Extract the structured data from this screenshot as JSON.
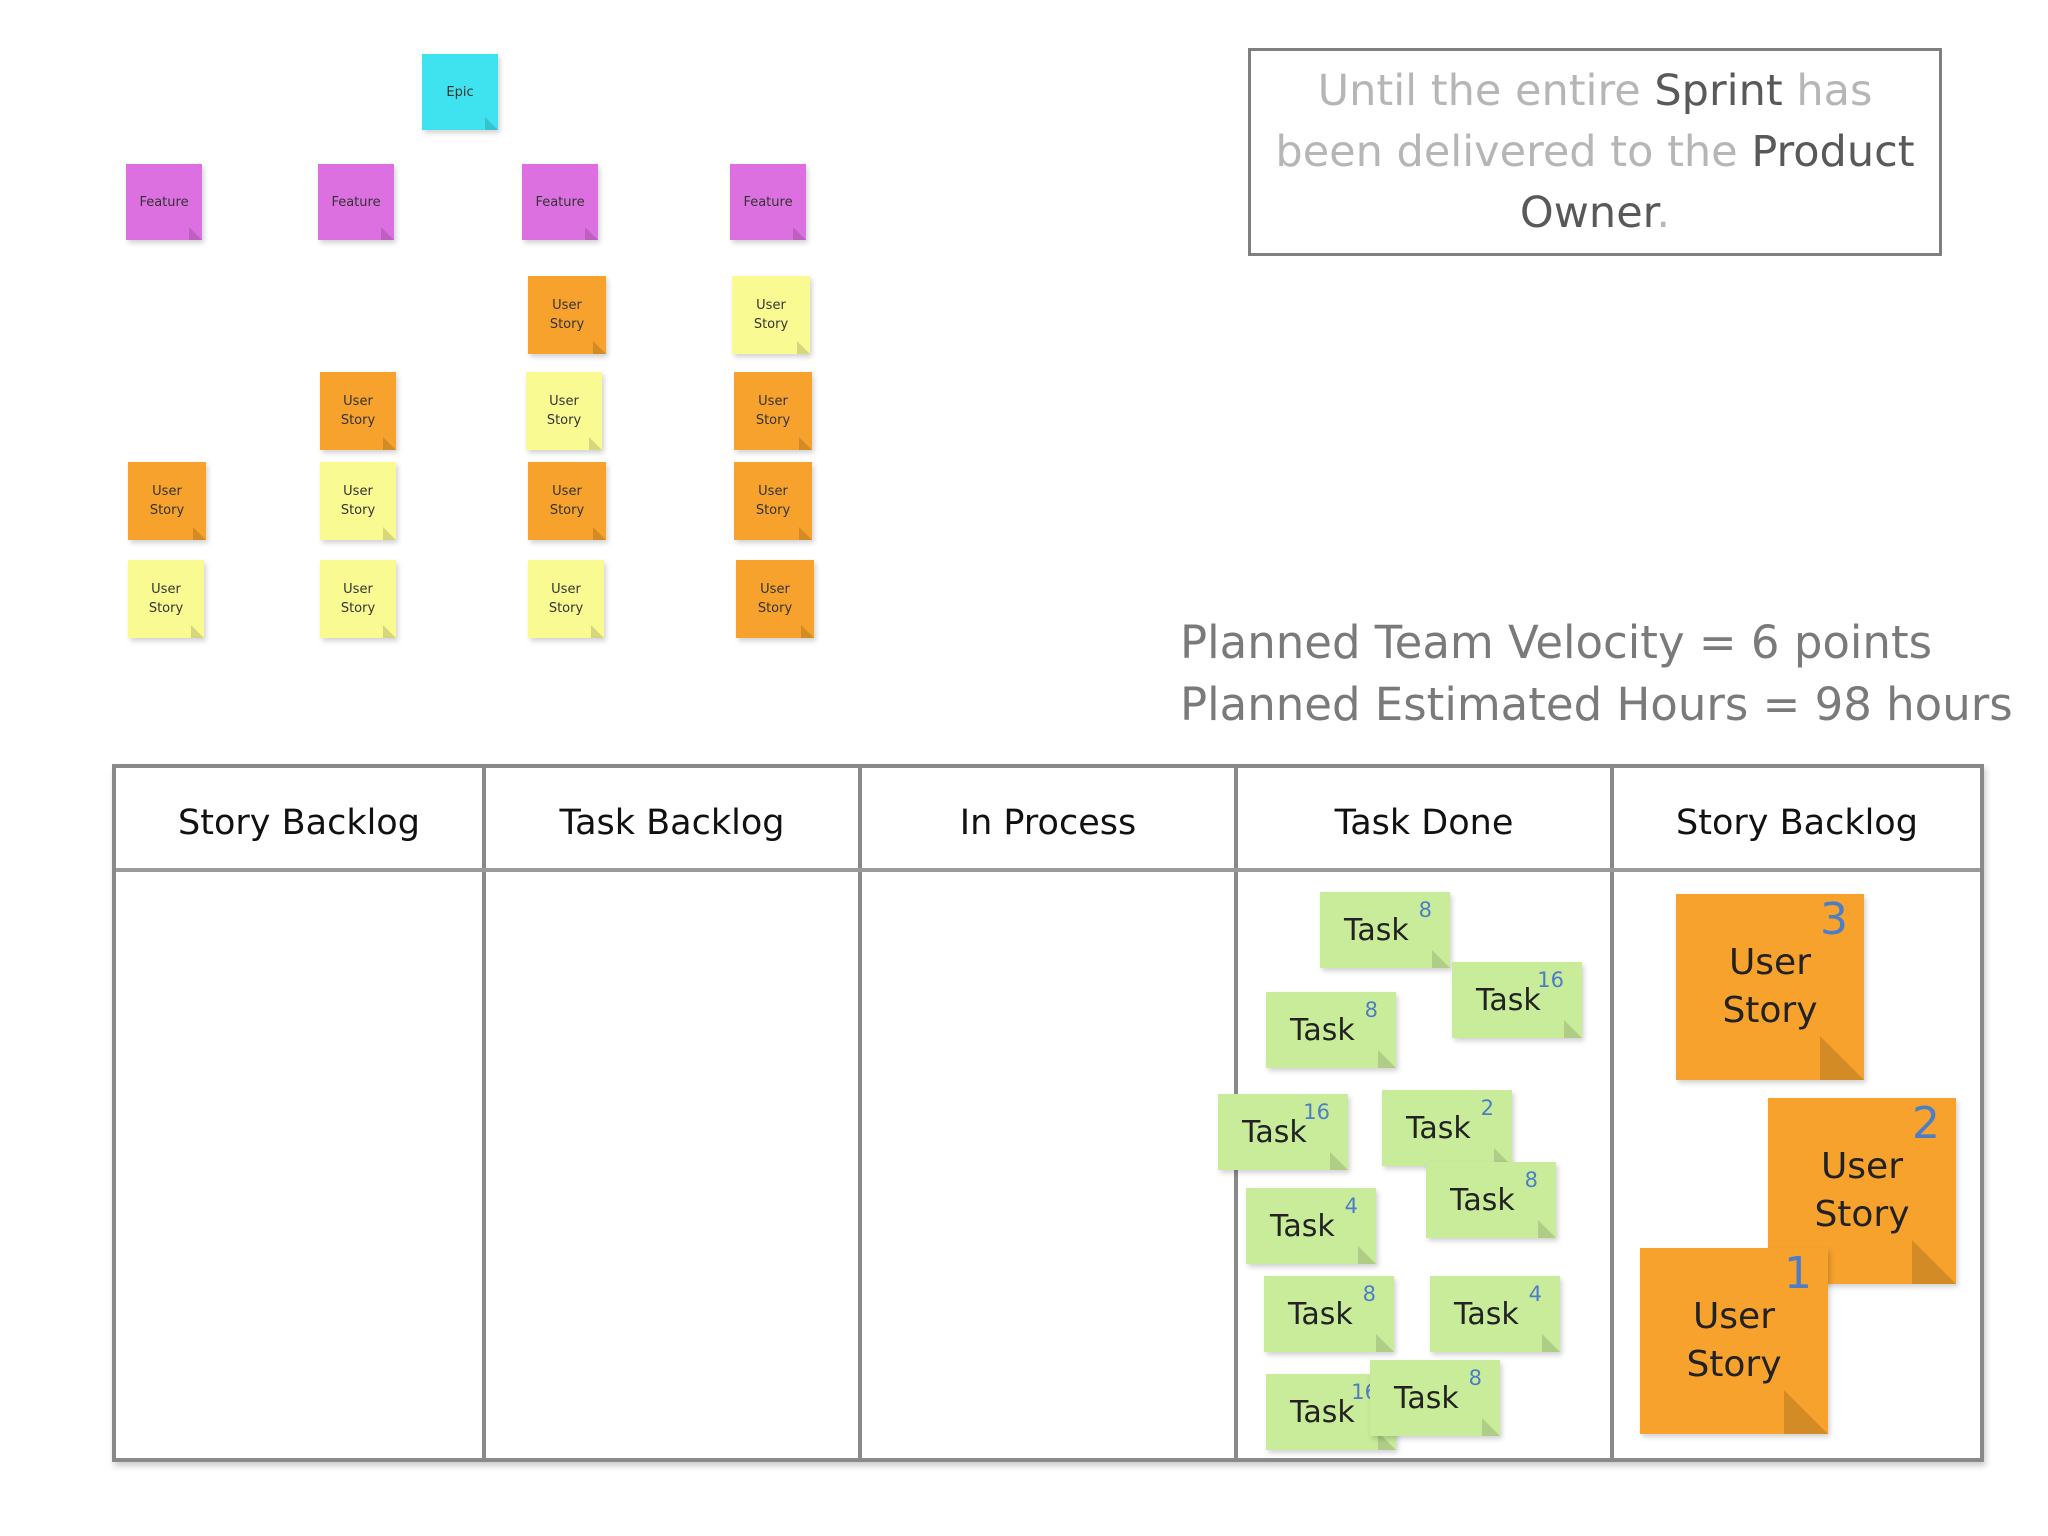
{
  "hierarchy": {
    "epic": "Epic",
    "feature_label": "Feature",
    "story_label": [
      "User",
      "Story"
    ]
  },
  "rule_text": {
    "part1": "Until the entire ",
    "part2": "Sprint",
    "part3": " has been delivered to the ",
    "part4": "Product Owner",
    "part5": "."
  },
  "metrics": {
    "velocity": "Planned Team Velocity = 6 points",
    "hours": "Planned Estimated Hours = 98 hours"
  },
  "board": {
    "columns": [
      "Story Backlog",
      "Task Backlog",
      "In Process",
      "Task Done",
      "Story Backlog"
    ],
    "task_label": "Task",
    "task_hours": [
      "8",
      "16",
      "8",
      "16",
      "2",
      "8",
      "4",
      "8",
      "4",
      "16",
      "8"
    ],
    "story_label": [
      "User",
      "Story"
    ],
    "story_points": [
      "3",
      "2",
      "1"
    ]
  },
  "colors": {
    "epic": "#3fe3f0",
    "feature": "#dd70e0",
    "story_orange": "#f6a22d",
    "story_yellow": "#fafa92",
    "task": "#c9ec9a",
    "estimate_number": "#4b7ec6"
  }
}
